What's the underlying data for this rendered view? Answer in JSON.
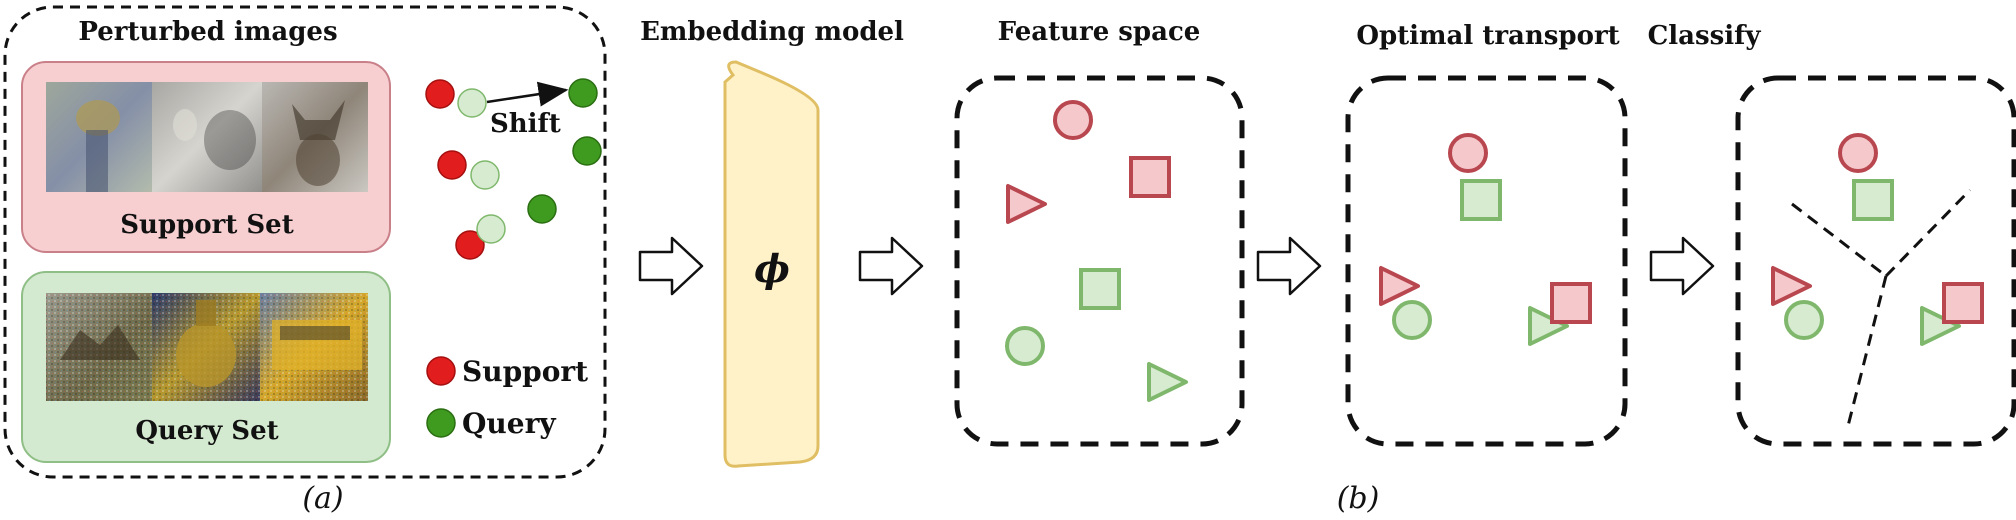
{
  "panel_a": {
    "title": "Perturbed images",
    "support_set_label": "Support Set",
    "query_set_label": "Query Set",
    "shift_label": "Shift",
    "legend": {
      "support_label": "Support",
      "query_label": "Query"
    },
    "caption": "(a)"
  },
  "embedding": {
    "title": "Embedding model",
    "symbol": "ϕ"
  },
  "feature_space": {
    "title": "Feature space"
  },
  "optimal_transport": {
    "title": "Optimal transport"
  },
  "classify": {
    "title": "Classify"
  },
  "caption_b": "(b)",
  "colors": {
    "support_red": "#e11d1d",
    "query_green": "#3f9b1f",
    "class_red_stroke": "#b9474f",
    "class_red_fill": "#f5c9cc",
    "class_green_stroke": "#7fb86c",
    "class_green_fill": "#d6ebd0",
    "support_box_fill": "#f7cfd1",
    "query_box_fill": "#d4ead0",
    "embedding_fill": "#fff1c8",
    "embedding_stroke": "#e0bf64"
  }
}
